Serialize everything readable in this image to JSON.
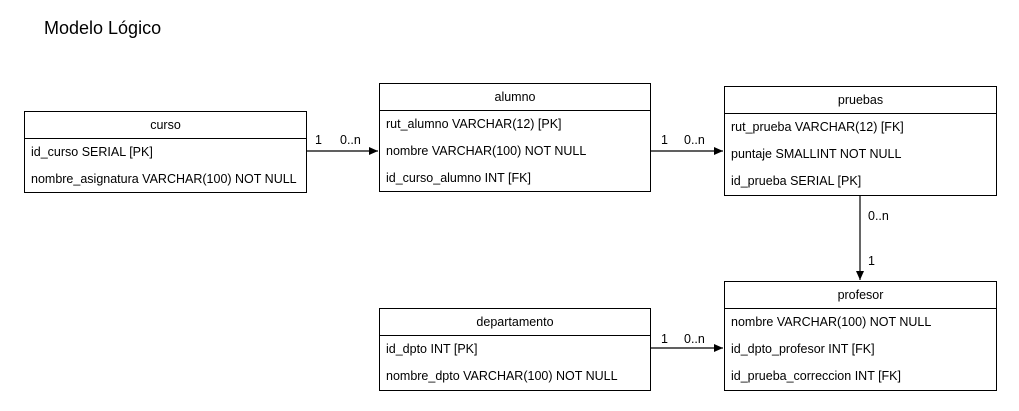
{
  "title": "Modelo Lógico",
  "entities": {
    "curso": {
      "name": "curso",
      "fields": [
        "id_curso SERIAL [PK]",
        "nombre_asignatura VARCHAR(100) NOT NULL"
      ]
    },
    "alumno": {
      "name": "alumno",
      "fields": [
        "rut_alumno VARCHAR(12) [PK]",
        "nombre VARCHAR(100) NOT NULL",
        "id_curso_alumno INT [FK]"
      ]
    },
    "pruebas": {
      "name": "pruebas",
      "fields": [
        "rut_prueba VARCHAR(12) [FK]",
        "puntaje SMALLINT NOT NULL",
        "id_prueba SERIAL [PK]"
      ]
    },
    "departamento": {
      "name": "departamento",
      "fields": [
        "id_dpto INT [PK]",
        "nombre_dpto VARCHAR(100) NOT NULL"
      ]
    },
    "profesor": {
      "name": "profesor",
      "fields": [
        "nombre VARCHAR(100) NOT NULL",
        "id_dpto_profesor INT [FK]",
        "id_prueba_correccion INT [FK]"
      ]
    }
  },
  "relations": [
    {
      "from": "curso",
      "to": "alumno",
      "from_card": "1",
      "to_card": "0..n"
    },
    {
      "from": "alumno",
      "to": "pruebas",
      "from_card": "1",
      "to_card": "0..n"
    },
    {
      "from": "pruebas",
      "to": "profesor",
      "from_card": "0..n",
      "to_card": "1"
    },
    {
      "from": "departamento",
      "to": "profesor",
      "from_card": "1",
      "to_card": "0..n"
    }
  ]
}
